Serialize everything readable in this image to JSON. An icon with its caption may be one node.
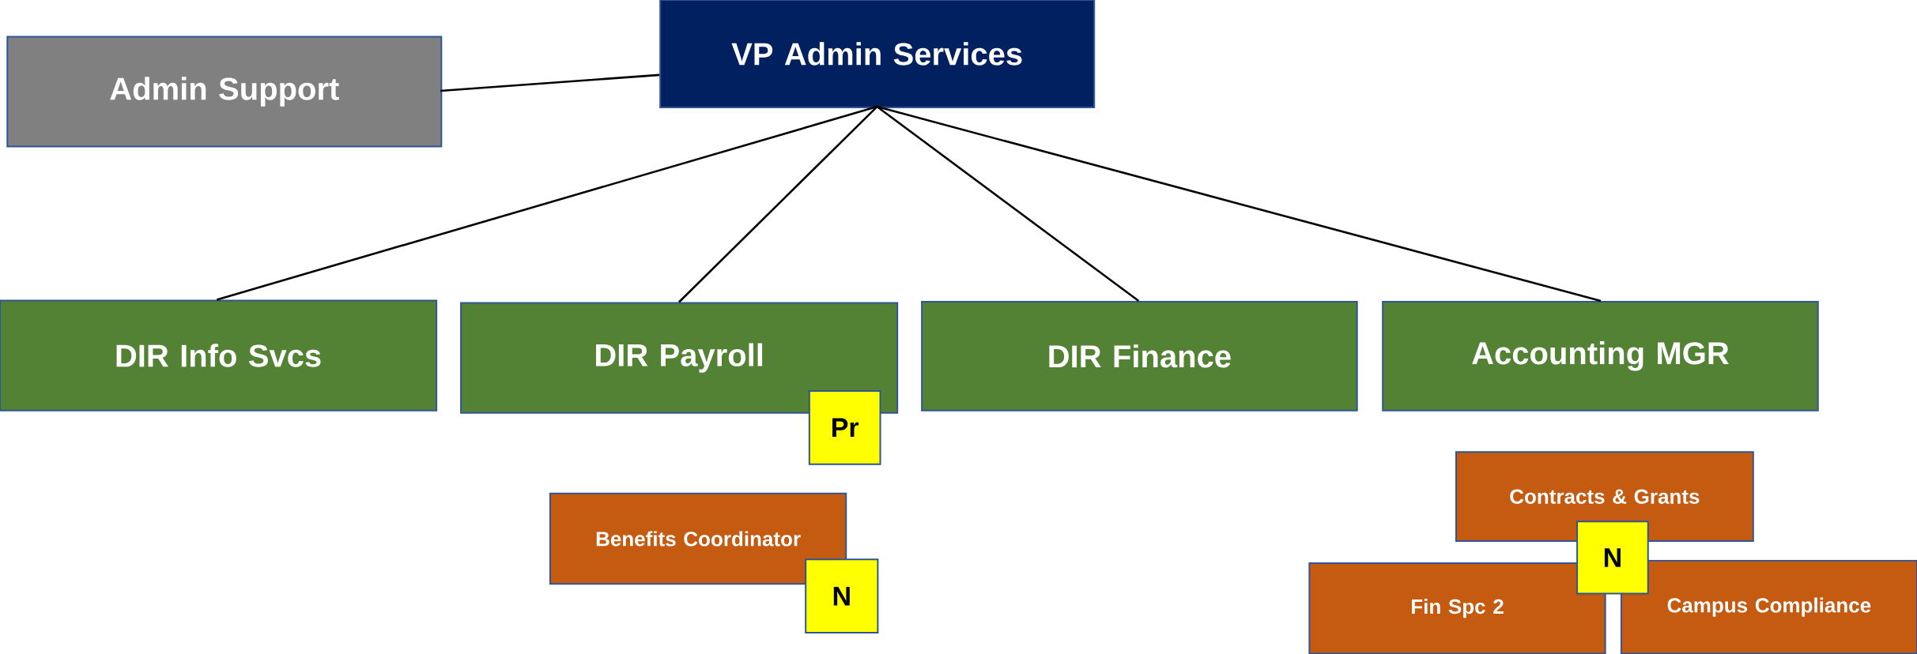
{
  "diagram": {
    "nodes": [
      {
        "text": [
          "VP Admin Services"
        ]
      },
      {
        "text": [
          "Admin Support"
        ]
      },
      {
        "text": [
          "DIR Info Svcs"
        ]
      },
      {
        "text": [
          "DIR Payroll"
        ]
      },
      {
        "text": [
          "DIR Finance"
        ]
      },
      {
        "text": [
          "Accounting MGR"
        ]
      },
      {
        "text": [
          "Pr"
        ]
      },
      {
        "text": [
          "Benefits Coordinator"
        ]
      },
      {
        "text": [
          "N"
        ]
      },
      {
        "text": [
          "Contracts & Grants"
        ]
      },
      {
        "text": [
          "Fin Spc 2"
        ]
      },
      {
        "text": [
          "Campus Compliance"
        ]
      },
      {
        "text": [
          "N"
        ]
      }
    ],
    "edges": [
      {
        "from": 0,
        "to": 1,
        "arrow": "none"
      },
      {
        "from": 0,
        "to": 2,
        "arrow": "none"
      },
      {
        "from": 0,
        "to": 3,
        "arrow": "none"
      },
      {
        "from": 0,
        "to": 4,
        "arrow": "none"
      },
      {
        "from": 0,
        "to": 5,
        "arrow": "none"
      }
    ]
  }
}
